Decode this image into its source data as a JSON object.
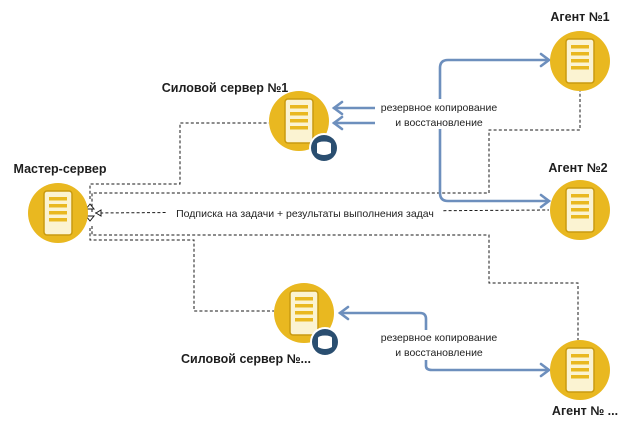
{
  "colors": {
    "node_fill": "#e9b820",
    "server_fill": "#fbf3d2",
    "server_stroke": "#c99a10",
    "db_fill": "#2a4e70",
    "blue_flow": "#6d8fbd",
    "dashed_line": "#1a1a1a"
  },
  "nodes": {
    "master": {
      "label": "Мастер-сервер",
      "icon": "server-icon"
    },
    "power1": {
      "label": "Силовой сервер №1",
      "icon": "server-icon",
      "badge": "database-icon"
    },
    "power2": {
      "label": "Силовой сервер №...",
      "icon": "server-icon",
      "badge": "database-icon"
    },
    "agent1": {
      "label": "Агент №1",
      "icon": "server-icon"
    },
    "agent2": {
      "label": "Агент №2",
      "icon": "server-icon"
    },
    "agent3": {
      "label": "Агент № ...",
      "icon": "server-icon"
    }
  },
  "edges": {
    "backup_top": {
      "line1": "резервное копирование",
      "line2": "и восстановление"
    },
    "backup_bottom": {
      "line1": "резервное копирование",
      "line2": "и восстановление"
    },
    "subscription": {
      "label": "Подписка на задачи + результаты выполнения задач"
    }
  }
}
